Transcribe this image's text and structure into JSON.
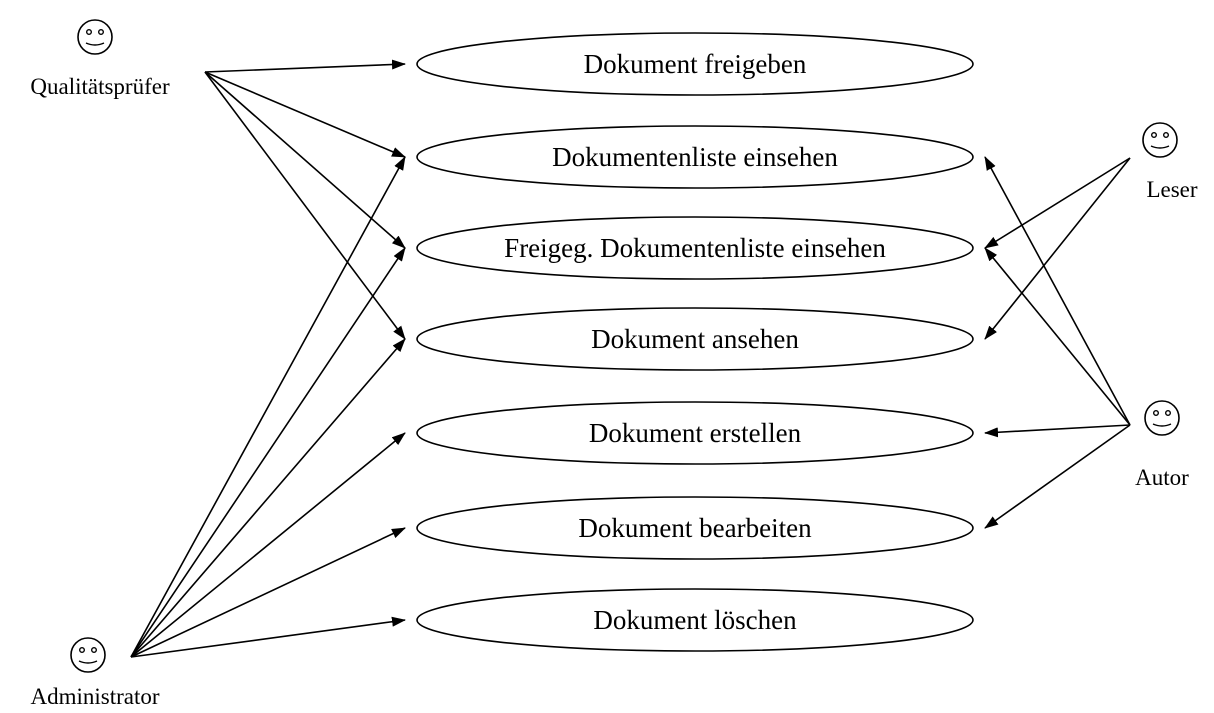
{
  "actors": [
    {
      "id": "qualitaetspruefer",
      "label": "Qualitätsprüfer"
    },
    {
      "id": "leser",
      "label": "Leser"
    },
    {
      "id": "autor",
      "label": "Autor"
    },
    {
      "id": "administrator",
      "label": "Administrator"
    }
  ],
  "use_cases": [
    {
      "id": "freigeben",
      "label": "Dokument freigeben"
    },
    {
      "id": "liste",
      "label": "Dokumentenliste einsehen"
    },
    {
      "id": "freig_liste",
      "label": "Freigeg. Dokumentenliste einsehen"
    },
    {
      "id": "ansehen",
      "label": "Dokument ansehen"
    },
    {
      "id": "erstellen",
      "label": "Dokument erstellen"
    },
    {
      "id": "bearbeiten",
      "label": "Dokument bearbeiten"
    },
    {
      "id": "loeschen",
      "label": "Dokument löschen"
    }
  ],
  "associations": [
    {
      "actor": "qualitaetspruefer",
      "use_case": "freigeben"
    },
    {
      "actor": "qualitaetspruefer",
      "use_case": "liste"
    },
    {
      "actor": "qualitaetspruefer",
      "use_case": "freig_liste"
    },
    {
      "actor": "qualitaetspruefer",
      "use_case": "ansehen"
    },
    {
      "actor": "administrator",
      "use_case": "liste"
    },
    {
      "actor": "administrator",
      "use_case": "freig_liste"
    },
    {
      "actor": "administrator",
      "use_case": "ansehen"
    },
    {
      "actor": "administrator",
      "use_case": "erstellen"
    },
    {
      "actor": "administrator",
      "use_case": "bearbeiten"
    },
    {
      "actor": "administrator",
      "use_case": "loeschen"
    },
    {
      "actor": "leser",
      "use_case": "freig_liste"
    },
    {
      "actor": "leser",
      "use_case": "ansehen"
    },
    {
      "actor": "autor",
      "use_case": "liste"
    },
    {
      "actor": "autor",
      "use_case": "freig_liste"
    },
    {
      "actor": "autor",
      "use_case": "erstellen"
    },
    {
      "actor": "autor",
      "use_case": "bearbeiten"
    }
  ]
}
